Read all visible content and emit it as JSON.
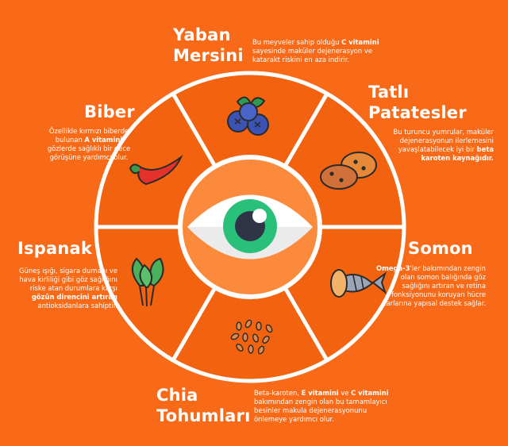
{
  "colors": {
    "background": "#f96a18",
    "ring": "#f2620f",
    "eye_circle": "#fb8a3c",
    "iris": "#29c07a",
    "pupil": "#2f3447"
  },
  "sections": {
    "yaban_mersini": {
      "title_line1": "Yaban",
      "title_line2": "Mersini",
      "desc": [
        "Bu meyveler sahip olduğu ",
        "C vitamini",
        " sayesinde maküler dejenerasyon ve katarakt riskini en aza indirir."
      ],
      "icon": "blueberry-icon"
    },
    "tatli_patatesler": {
      "title_line1": "Tatlı",
      "title_line2": "Patatesler",
      "desc": [
        "Bu turuncu yumrular, maküler dejenerasyonun ilerlemesini yavaşlatabilecek iyi bir ",
        "beta karoten kaynağıdır."
      ],
      "icon": "sweet-potato-icon"
    },
    "somon": {
      "title": "Somon",
      "desc": [
        "Omega-3",
        "'ler bakımından zengin olan somon balığında göz sağlığını artıran ve retina fonksiyonunu koruyan hücre zarlarına yapısal destek sağlar."
      ],
      "icon": "fish-icon"
    },
    "chia": {
      "title_line1": "Chia",
      "title_line2": "Tohumları",
      "desc": [
        "Beta-karoten, ",
        "E vitamini",
        " ve ",
        "C vitamini",
        " bakımından zengin olan bu tamamlayıcı besinler makula dejenerasyonunu önlemeye yardımcı olur."
      ],
      "icon": "chia-seeds-icon"
    },
    "ispanak": {
      "title": "Ispanak",
      "desc": [
        "Güneş ışığı, sigara dumanı ve hava kirliliği gibi göz sağlığını riske atan durumlara karşı ",
        "gözün direncini artıran",
        " antioksidanlara sahiptir."
      ],
      "icon": "spinach-icon"
    },
    "biber": {
      "title": "Biber",
      "desc": [
        "Özellikle kırmızı biberde bulunan ",
        "A vitamini",
        " gözlerde sağlıklı bir gece görüşüne yardımcı olur."
      ],
      "icon": "chili-pepper-icon"
    }
  },
  "center": {
    "icon": "eye-icon"
  }
}
